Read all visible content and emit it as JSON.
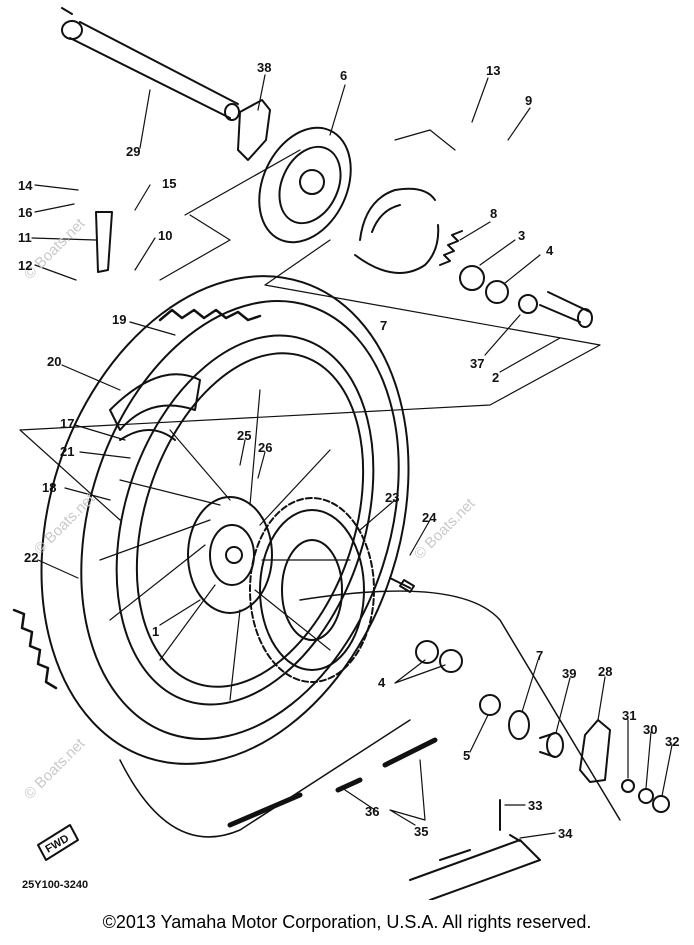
{
  "diagram": {
    "part_labels": [
      "38",
      "6",
      "13",
      "9",
      "29",
      "14",
      "15",
      "16",
      "11",
      "10",
      "12",
      "8",
      "3",
      "4",
      "7",
      "37",
      "2",
      "19",
      "20",
      "17",
      "21",
      "25",
      "26",
      "18",
      "23",
      "24",
      "22",
      "1",
      "4",
      "7",
      "39",
      "28",
      "5",
      "31",
      "30",
      "32",
      "36",
      "35",
      "33",
      "34"
    ],
    "drawing_code": "25Y100-3240",
    "fwd_label": "FWD",
    "watermark": "© Boats.net"
  },
  "footer": {
    "copyright": "©2013 Yamaha Motor Corporation, U.S.A. All rights reserved."
  }
}
